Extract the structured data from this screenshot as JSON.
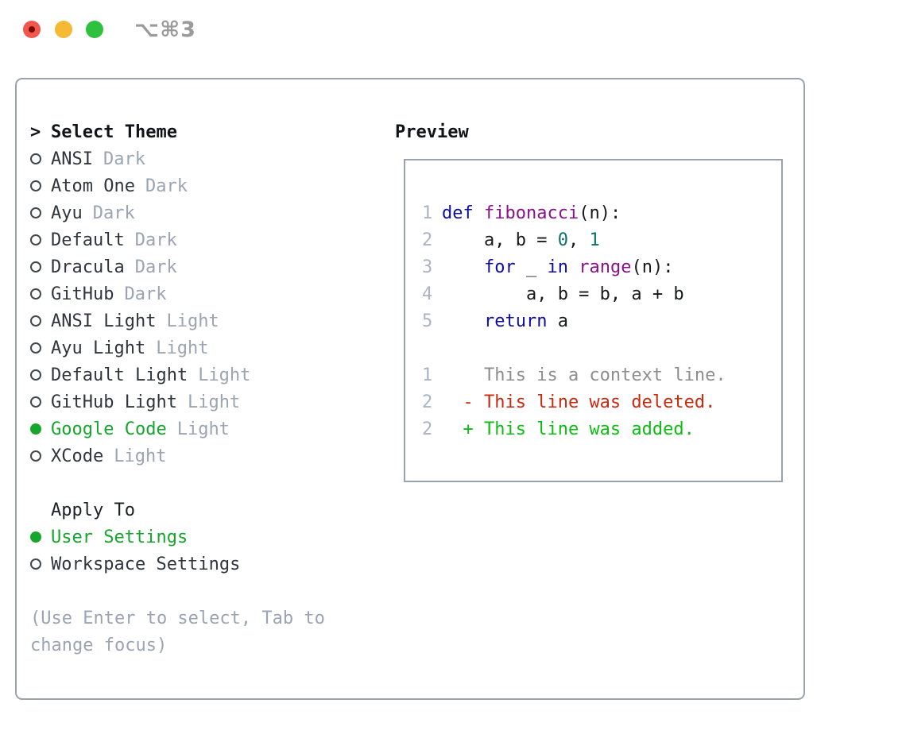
{
  "titlebar": {
    "shortcut": "⌥⌘3"
  },
  "colors": {
    "accent_green": "#16a62c",
    "added_green": "#0cbd12",
    "deleted_red": "#c8290f",
    "muted_gray": "#9aa4b2",
    "panel_border": "#9aa2ae",
    "traffic_red": "#f2564d",
    "traffic_red_dot": "#7a0b04",
    "traffic_yellow": "#f5b934",
    "traffic_green": "#2fc03d",
    "titlebar_text": "#9a9a9a"
  },
  "theme_panel": {
    "prompt": ">",
    "title": "Select Theme",
    "items": [
      {
        "name": "ANSI",
        "variant": "Dark",
        "selected": false
      },
      {
        "name": "Atom One",
        "variant": "Dark",
        "selected": false
      },
      {
        "name": "Ayu",
        "variant": "Dark",
        "selected": false
      },
      {
        "name": "Default",
        "variant": "Dark",
        "selected": false
      },
      {
        "name": "Dracula",
        "variant": "Dark",
        "selected": false
      },
      {
        "name": "GitHub",
        "variant": "Dark",
        "selected": false
      },
      {
        "name": "ANSI Light",
        "variant": "Light",
        "selected": false
      },
      {
        "name": "Ayu Light",
        "variant": "Light",
        "selected": false
      },
      {
        "name": "Default Light",
        "variant": "Light",
        "selected": false
      },
      {
        "name": "GitHub Light",
        "variant": "Light",
        "selected": false
      },
      {
        "name": "Google Code",
        "variant": "Light",
        "selected": true
      },
      {
        "name": "XCode",
        "variant": "Light",
        "selected": false
      }
    ],
    "apply_to": {
      "title": "Apply To",
      "options": [
        {
          "name": "User Settings",
          "selected": true
        },
        {
          "name": "Workspace Settings",
          "selected": false
        }
      ]
    },
    "hint_lines": [
      "(Use Enter to select, Tab to",
      "change focus)"
    ]
  },
  "preview": {
    "title": "Preview",
    "token_colors": {
      "kw": "#0d0da2",
      "fn": "#8b108b",
      "num": "#0b7070",
      "pl": "#17191c",
      "ctx": "#8d8d8d",
      "del": "#c8290f",
      "add": "#0cbd12",
      "lnum": "#a9b3c2"
    },
    "code_lines": [
      {
        "num": "1",
        "tokens": [
          [
            "kw",
            "def"
          ],
          [
            "pl",
            " "
          ],
          [
            "fn",
            "fibonacci"
          ],
          [
            "pl",
            "(n):"
          ]
        ]
      },
      {
        "num": "2",
        "tokens": [
          [
            "pl",
            "    a, b = "
          ],
          [
            "num",
            "0"
          ],
          [
            "pl",
            ", "
          ],
          [
            "num",
            "1"
          ]
        ]
      },
      {
        "num": "3",
        "tokens": [
          [
            "pl",
            "    "
          ],
          [
            "kw",
            "for"
          ],
          [
            "pl",
            " _ "
          ],
          [
            "kw",
            "in"
          ],
          [
            "pl",
            " "
          ],
          [
            "fn",
            "range"
          ],
          [
            "pl",
            "(n):"
          ]
        ]
      },
      {
        "num": "4",
        "tokens": [
          [
            "pl",
            "        a, b = b, a + b"
          ]
        ]
      },
      {
        "num": "5",
        "tokens": [
          [
            "pl",
            "    "
          ],
          [
            "kw",
            "return"
          ],
          [
            "pl",
            " a"
          ]
        ]
      },
      {
        "num": "",
        "tokens": []
      },
      {
        "num": "1",
        "tokens": [
          [
            "ctx",
            "    This is a context line."
          ]
        ]
      },
      {
        "num": "2",
        "tokens": [
          [
            "del",
            "  - This line was deleted."
          ]
        ]
      },
      {
        "num": "2",
        "tokens": [
          [
            "add",
            "  + This line was added."
          ]
        ]
      }
    ]
  }
}
